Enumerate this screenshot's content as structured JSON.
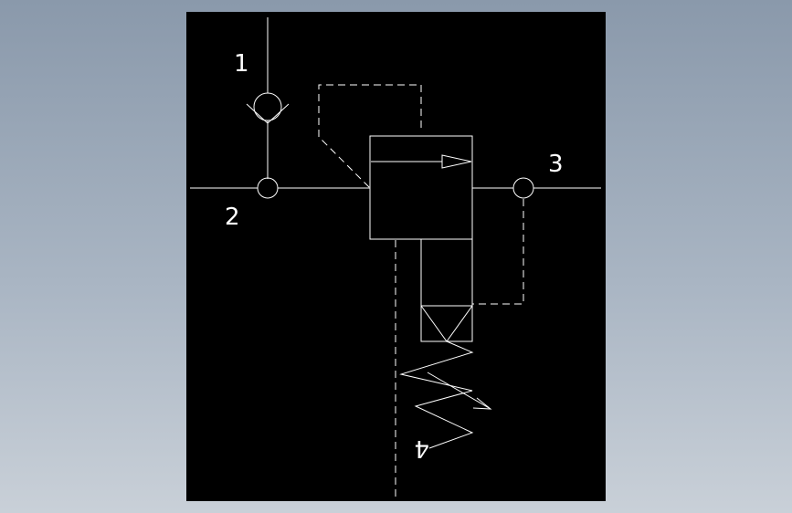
{
  "background": {
    "page_top": "#8a99ab",
    "page_bottom": "#c9d0d8",
    "drawing_area": "#000000",
    "line_color": "#ffffff"
  },
  "ports": {
    "p1": "1",
    "p2": "2",
    "p3": "3",
    "p4": "4"
  },
  "symbols": {
    "check_valve": "check-valve-icon",
    "pressure_valve": "pressure-valve-icon",
    "spring": "adjustable-spring-icon"
  }
}
